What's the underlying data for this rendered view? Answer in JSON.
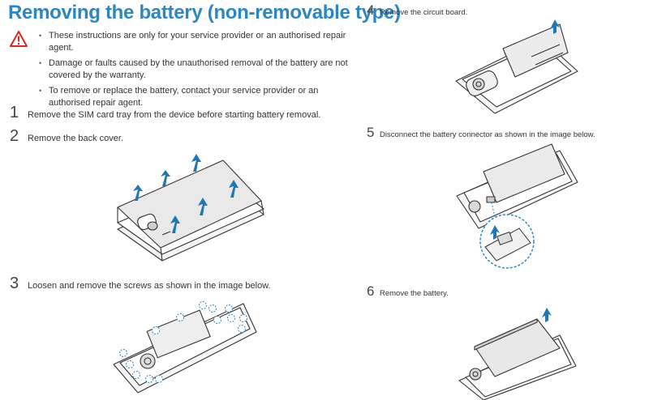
{
  "title": "Removing the battery (non-removable type)",
  "warning_icon": "warning-triangle-icon",
  "warnings": [
    "These instructions are only for your service provider or an authorised repair agent.",
    "Damage or faults caused by the unauthorised removal of the battery are not covered by the warranty.",
    "To remove or replace the battery, contact your service provider or an authorised repair agent."
  ],
  "steps": [
    {
      "number": "1",
      "text": "Remove the SIM card tray from the device before starting battery removal."
    },
    {
      "number": "2",
      "text": "Remove the back cover."
    },
    {
      "number": "3",
      "text": "Loosen and remove the screws as shown in the image below."
    },
    {
      "number": "4",
      "text": "Remove the circuit board."
    },
    {
      "number": "5",
      "text": "Disconnect the battery connector as shown in the image below."
    },
    {
      "number": "6",
      "text": "Remove the battery."
    }
  ],
  "colors": {
    "accent": "#2e86c1",
    "arrow": "#1f78b4",
    "warning": "#d62728"
  }
}
